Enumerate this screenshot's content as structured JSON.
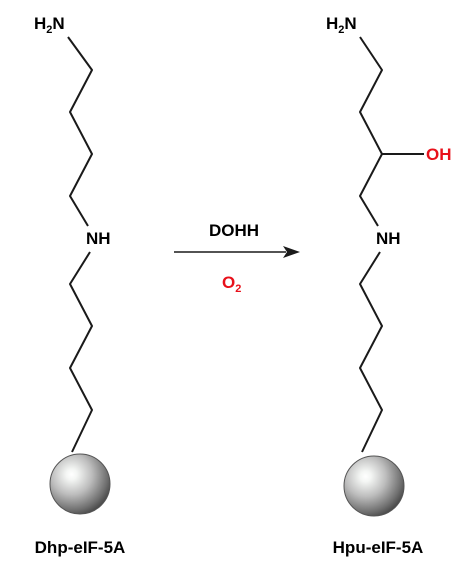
{
  "left": {
    "amine": {
      "main": "H",
      "sub": "2",
      "rest": "N"
    },
    "imine": "NH",
    "label": "Dhp-eIF-5A"
  },
  "right": {
    "amine": {
      "main": "H",
      "sub": "2",
      "rest": "N"
    },
    "hydroxyl": "OH",
    "imine": "NH",
    "label": "Hpu-eIF-5A"
  },
  "reaction": {
    "enzyme": "DOHH",
    "cofactor": {
      "main": "O",
      "sub": "2"
    }
  },
  "colors": {
    "text": "#000000",
    "bond": "#1a1a1a",
    "highlight": "#e8101a",
    "bead": "#5a5a5a"
  }
}
